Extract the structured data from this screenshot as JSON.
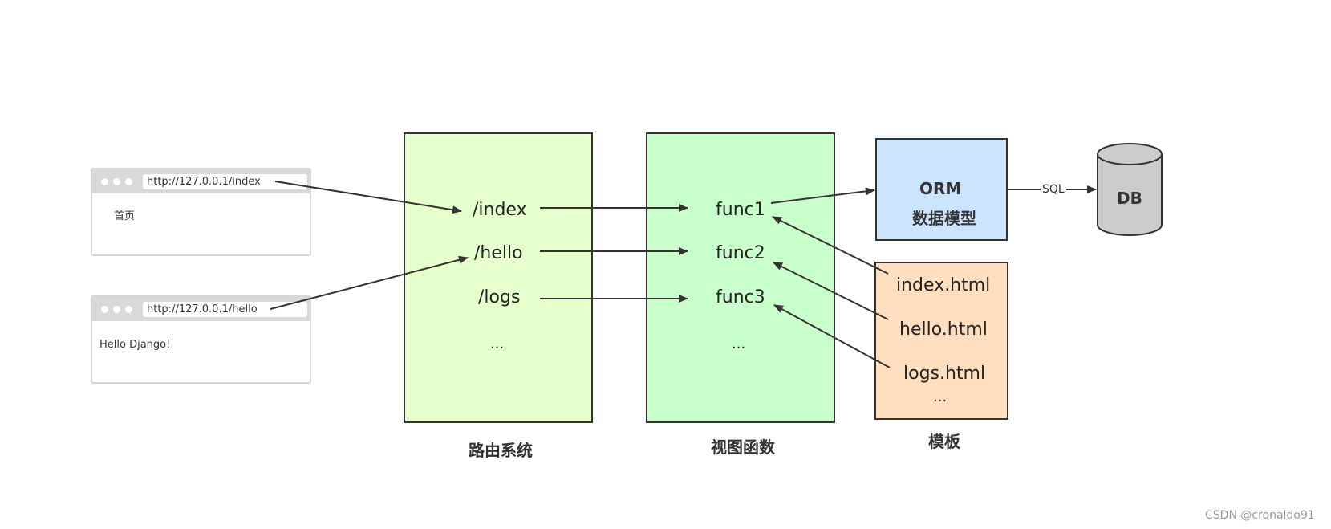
{
  "browsers": [
    {
      "url": "http://127.0.0.1/index",
      "content": "首页"
    },
    {
      "url": "http://127.0.0.1/hello",
      "content": "Hello Django!"
    }
  ],
  "router": {
    "routes": [
      "/index",
      "/hello",
      "/logs",
      "..."
    ],
    "caption": "路由系统"
  },
  "views": {
    "funcs": [
      "func1",
      "func2",
      "func3",
      "..."
    ],
    "caption": "视图函数"
  },
  "orm": {
    "title": "ORM",
    "subtitle": "数据模型"
  },
  "connector": {
    "label": "SQL"
  },
  "db": {
    "label": "DB"
  },
  "templates": {
    "files": [
      "index.html",
      "hello.html",
      "logs.html",
      "..."
    ],
    "caption": "模板"
  },
  "watermark": "CSDN @cronaldo91",
  "colors": {
    "router_fill": "#e5ffcd",
    "views_fill": "#c9ffca",
    "orm_fill": "#cce5ff",
    "templates_fill": "#ffdfc0",
    "db_fill": "#cccccc",
    "stroke": "#333333"
  }
}
